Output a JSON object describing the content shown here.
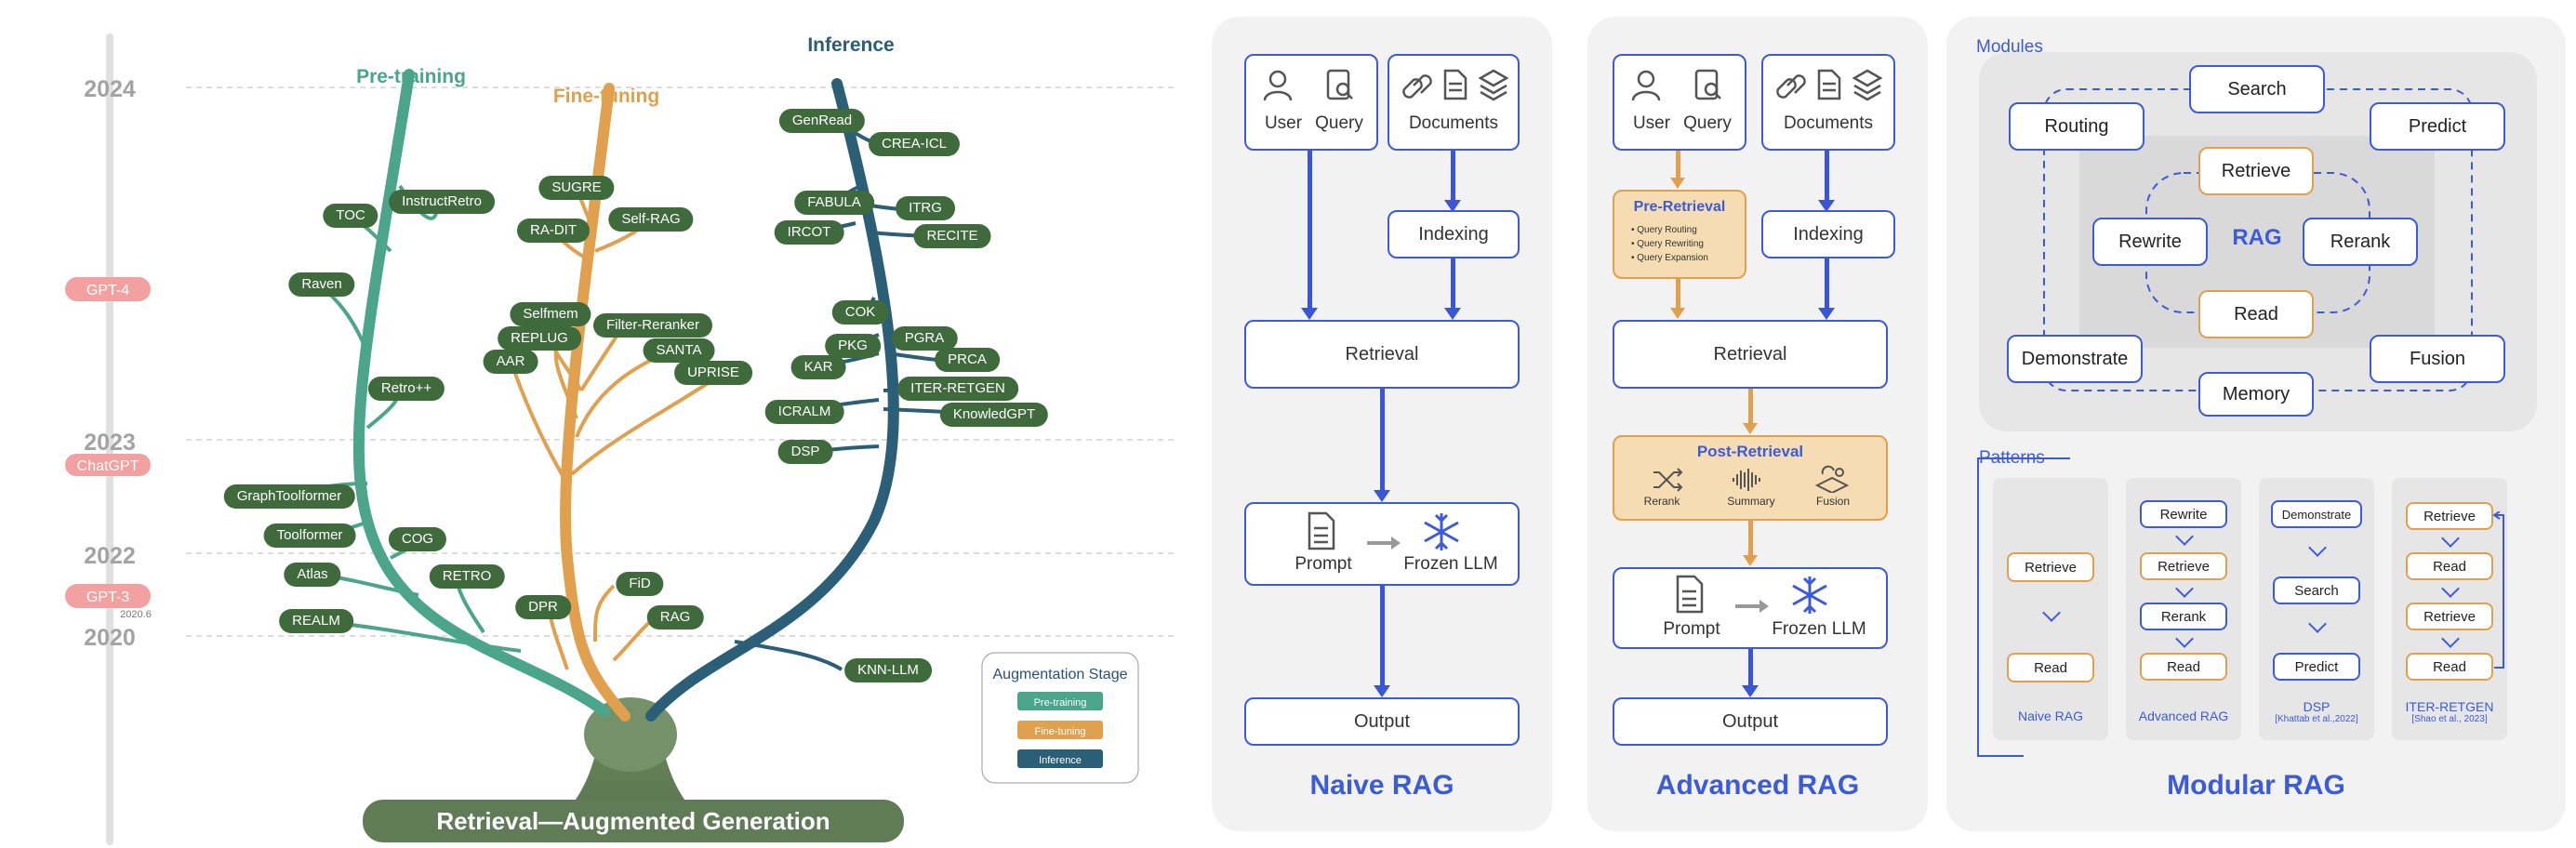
{
  "tree": {
    "years": [
      "2024",
      "2023",
      "2022",
      "2020"
    ],
    "milestones": [
      "GPT-4",
      "ChatGPT",
      "GPT-3"
    ],
    "milestone_note": "2020.6",
    "branches": {
      "pretraining": "Pre-training",
      "finetuning": "Fine-tuning",
      "inference": "Inference"
    },
    "trunk_label": "Retrieval—Augmented Generation",
    "legend_title": "Augmentation Stage",
    "legend_items": [
      "Pre-training",
      "Fine-tuning",
      "Inference"
    ],
    "pretraining_tags": [
      "InstructRetro",
      "TOC",
      "Raven",
      "Retro++",
      "GraphToolformer",
      "Toolformer",
      "COG",
      "Atlas",
      "RETRO",
      "REALM"
    ],
    "finetuning_tags": [
      "SUGRE",
      "RA-DIT",
      "Self-RAG",
      "Selfmem",
      "Filter-Reranker",
      "REPLUG",
      "SANTA",
      "AAR",
      "UPRISE",
      "FiD",
      "DPR",
      "RAG"
    ],
    "inference_tags": [
      "GenRead",
      "CREA-ICL",
      "FABULA",
      "ITRG",
      "IRCOT",
      "RECITE",
      "COK",
      "PKG",
      "PGRA",
      "KAR",
      "PRCA",
      "ITER-RETGEN",
      "ICRALM",
      "KnowledGPT",
      "DSP",
      "KNN-LLM"
    ]
  },
  "naive": {
    "title": "Naive RAG",
    "user": "User",
    "query": "Query",
    "documents": "Documents",
    "indexing": "Indexing",
    "retrieval": "Retrieval",
    "prompt": "Prompt",
    "frozen_llm": "Frozen LLM",
    "output": "Output"
  },
  "advanced": {
    "title": "Advanced RAG",
    "user": "User",
    "query": "Query",
    "documents": "Documents",
    "pre_title": "Pre-Retrieval",
    "pre_items": [
      "Query Routing",
      "Query Rewriting",
      "Query Expansion"
    ],
    "indexing": "Indexing",
    "retrieval": "Retrieval",
    "post_title": "Post-Retrieval",
    "post_items": [
      "Rerank",
      "Summary",
      "Fusion"
    ],
    "prompt": "Prompt",
    "frozen_llm": "Frozen LLM",
    "output": "Output"
  },
  "modular": {
    "title": "Modular RAG",
    "modules_label": "Modules",
    "center": "RAG",
    "modules": {
      "search": "Search",
      "routing": "Routing",
      "predict": "Predict",
      "retrieve": "Retrieve",
      "rewrite": "Rewrite",
      "rerank": "Rerank",
      "read": "Read",
      "demonstrate": "Demonstrate",
      "fusion": "Fusion",
      "memory": "Memory"
    },
    "patterns_label": "Patterns",
    "patterns": [
      {
        "name": "Naive RAG",
        "ref": "",
        "steps": [
          "Retrieve",
          "Read"
        ]
      },
      {
        "name": "Advanced RAG",
        "ref": "",
        "steps": [
          "Rewrite",
          "Retrieve",
          "Rerank",
          "Read"
        ]
      },
      {
        "name": "DSP",
        "ref": "[Khattab et al.,2022]",
        "steps": [
          "Demonstrate",
          "Search",
          "Predict"
        ]
      },
      {
        "name": "ITER-RETGEN",
        "ref": "[Shao et al., 2023]",
        "steps": [
          "Retrieve",
          "Read",
          "Retrieve",
          "Read"
        ]
      }
    ]
  },
  "colors": {
    "pretraining": "#4aa58a",
    "finetuning": "#e1a04d",
    "inference": "#2b5f78",
    "accent": "#3b5bdb",
    "trunk": "#5c7b55"
  }
}
